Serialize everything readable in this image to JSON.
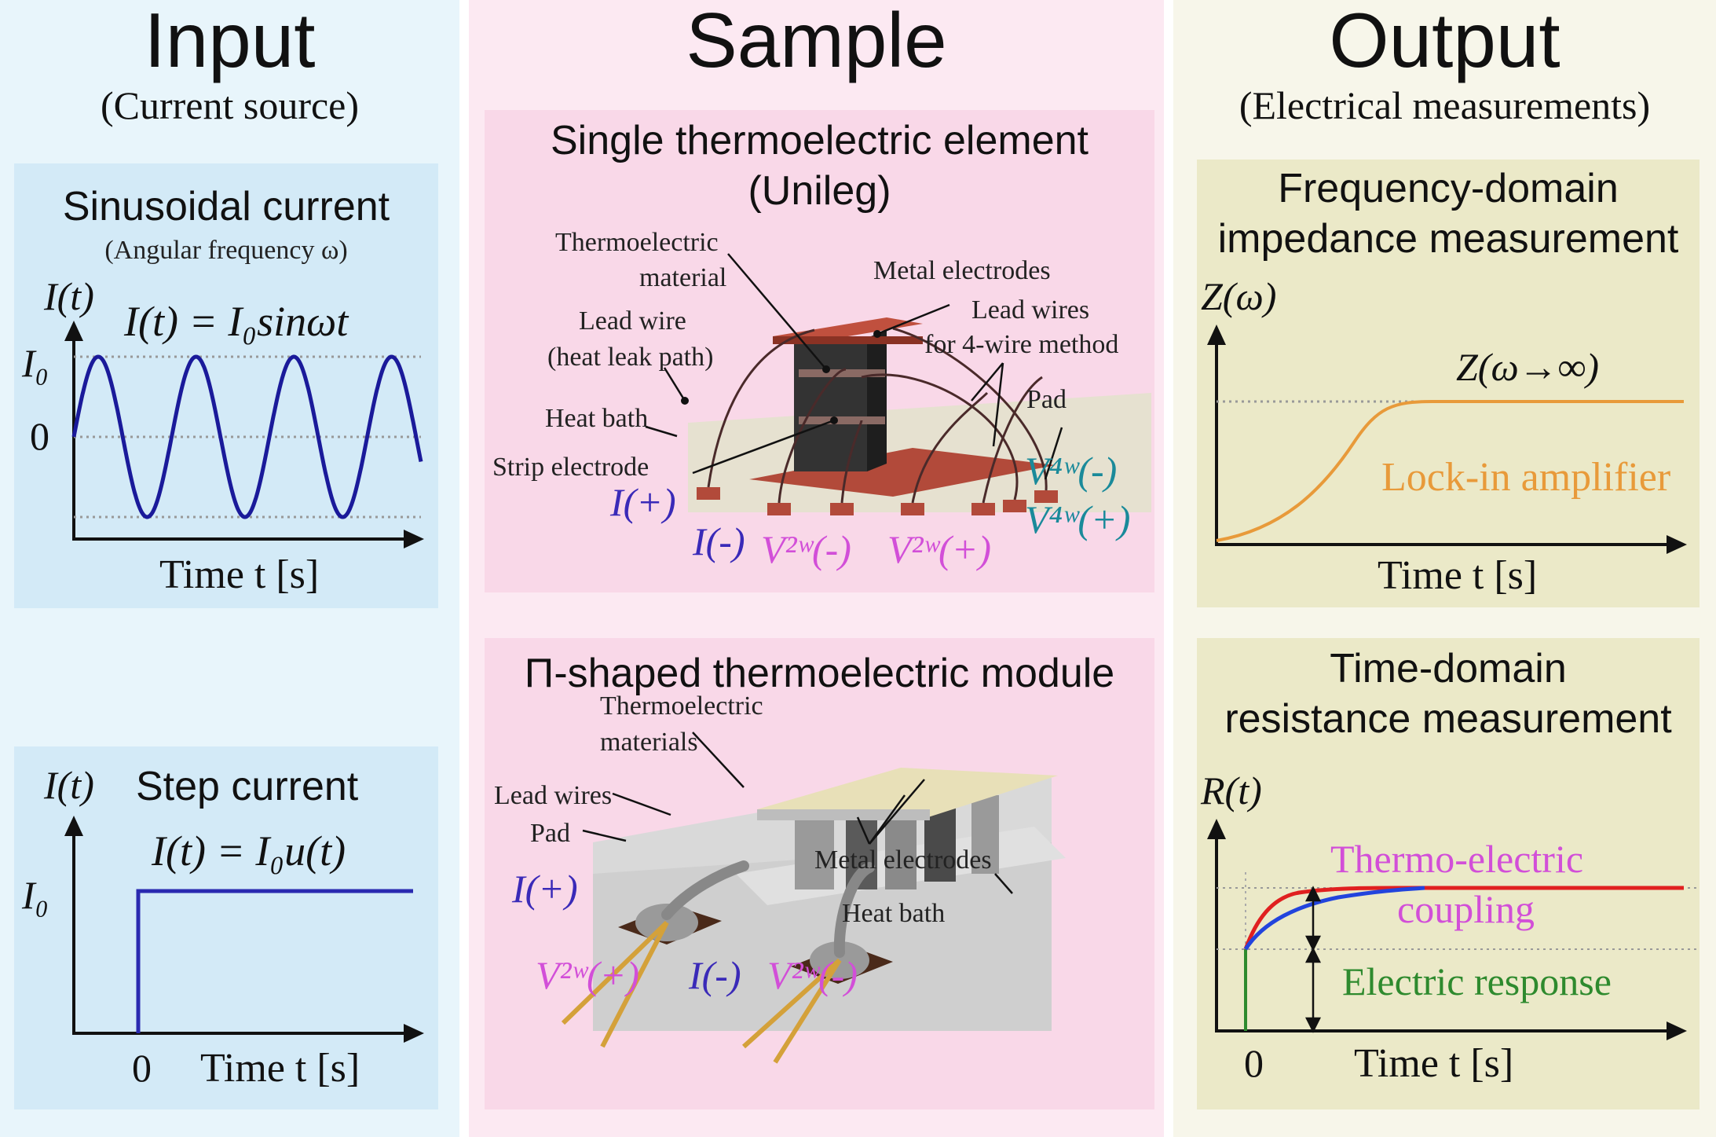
{
  "input": {
    "title": "Input",
    "subtitle": "(Current source)",
    "sinusoidal": {
      "title": "Sinusoidal current",
      "subtitle": "(Angular frequency ω)",
      "y_axis": "I(t)",
      "equation": "I(t) = I₀sinωt",
      "tick_top": "I₀",
      "tick_zero": "0",
      "x_axis": "Time t [s]"
    },
    "step": {
      "title": "Step current",
      "y_axis": "I(t)",
      "equation": "I(t) = I₀u(t)",
      "tick_top": "I₀",
      "x_zero": "0",
      "x_axis": "Time t [s]"
    }
  },
  "sample": {
    "title": "Sample",
    "unileg": {
      "title_line1": "Single thermoelectric element",
      "title_line2": "(Unileg)",
      "labels": {
        "thermo_material_1": "Thermoelectric",
        "thermo_material_2": "material",
        "metal_electrodes": "Metal electrodes",
        "lead_wire_1": "Lead wire",
        "lead_wire_2": "(heat leak path)",
        "lead_wires_4w_1": "Lead wires",
        "lead_wires_4w_2": "for 4-wire method",
        "pad": "Pad",
        "heat_bath": "Heat bath",
        "strip_electrode": "Strip electrode"
      },
      "terminals": {
        "i_plus": "I(+)",
        "i_minus": "I(-)",
        "v2w_minus": "V²ʷ(-)",
        "v2w_plus": "V²ʷ(+)",
        "v4w_minus": "V⁴ʷ(-)",
        "v4w_plus": "V⁴ʷ(+)"
      }
    },
    "module": {
      "title": "Π-shaped thermoelectric module",
      "labels": {
        "thermo_materials_1": "Thermoelectric",
        "thermo_materials_2": "materials",
        "lead_wires": "Lead wires",
        "pad": "Pad",
        "metal_electrodes": "Metal electrodes",
        "heat_bath": "Heat bath"
      },
      "terminals": {
        "i_plus": "I(+)",
        "v2w_plus": "V²ʷ(+)",
        "i_minus": "I(-)",
        "v2w_minus": "V²ʷ(-)"
      }
    }
  },
  "output": {
    "title": "Output",
    "subtitle": "(Electrical measurements)",
    "frequency": {
      "title_line1": "Frequency-domain",
      "title_line2": "impedance measurement",
      "y_axis": "Z(ω)",
      "asymptote": "Z(ω→∞)",
      "curve_label": "Lock-in amplifier",
      "x_axis": "Time t [s]"
    },
    "time": {
      "title_line1": "Time-domain",
      "title_line2": "resistance measurement",
      "y_axis": "R(t)",
      "coupling_1": "Thermo-electric",
      "coupling_2": "coupling",
      "electric": "Electric response",
      "x_zero": "0",
      "x_axis": "Time t [s]"
    }
  },
  "colors": {
    "sine": "#1a1a9a",
    "step": "#2a2ab0",
    "orange": "#e89a3a",
    "red": "#e02020",
    "blue": "#2244dd",
    "green": "#2e8a2e",
    "magenta": "#d24fd8",
    "teal": "#1a8a9a",
    "indigo": "#3a2ab8"
  }
}
